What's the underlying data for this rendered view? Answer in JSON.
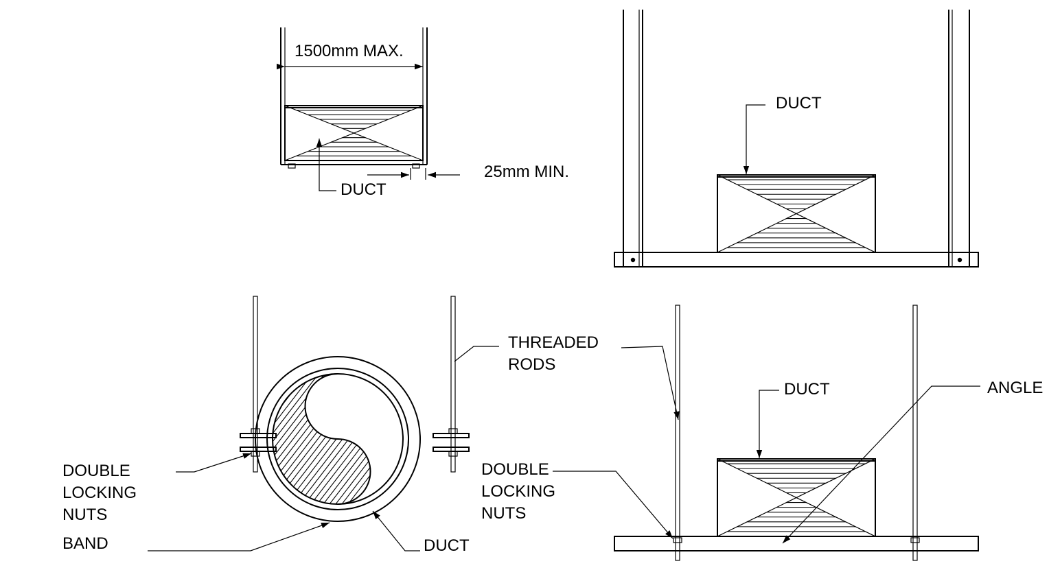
{
  "labels": {
    "top_left_dimension": "1500mm MAX.",
    "top_left_duct": "DUCT",
    "top_left_clearance": "25mm MIN.",
    "top_right_duct": "DUCT",
    "bottom_left_threaded_rods": [
      "THREADED",
      "RODS"
    ],
    "bottom_left_locking_nuts": [
      "DOUBLE",
      "LOCKING",
      "NUTS"
    ],
    "bottom_left_band": "BAND",
    "bottom_left_duct": "DUCT",
    "bottom_right_duct": "DUCT",
    "bottom_right_angle": "ANGLE",
    "bottom_right_locking_nuts": [
      "DOUBLE",
      "LOCKING",
      "NUTS"
    ]
  },
  "colors": {
    "line": "#000000",
    "background": "#ffffff"
  }
}
